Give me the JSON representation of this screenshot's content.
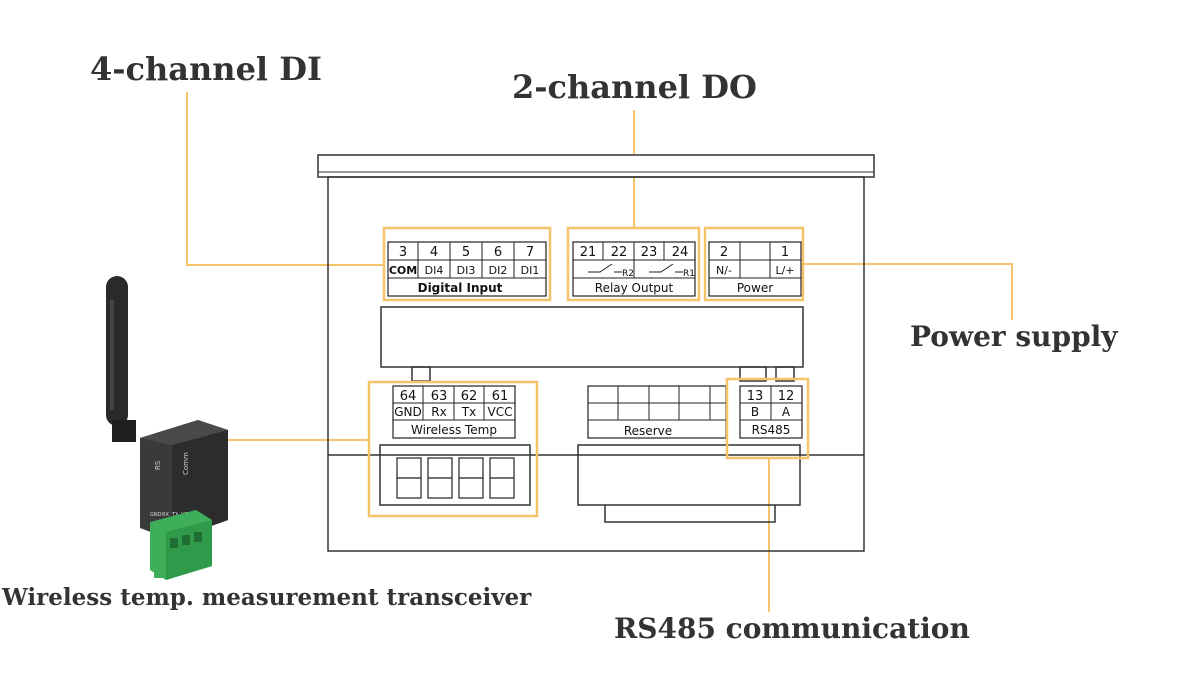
{
  "callouts": {
    "di": "4-channel DI",
    "do": "2-channel DO",
    "power": "Power supply",
    "rs485": "RS485 communication",
    "wireless": "Wireless temp. measurement transceiver"
  },
  "di_block": {
    "numbers": [
      "3",
      "4",
      "5",
      "6",
      "7"
    ],
    "labels": [
      "COM",
      "DI4",
      "DI3",
      "DI2",
      "DI1"
    ],
    "title": "Digital Input"
  },
  "relay_block": {
    "numbers": [
      "21",
      "22",
      "23",
      "24"
    ],
    "relay_labels": [
      "R2",
      "R1"
    ],
    "title": "Relay Output"
  },
  "power_block": {
    "numbers": [
      "2",
      "1"
    ],
    "labels": [
      "N/-",
      "L/+"
    ],
    "title": "Power"
  },
  "wireless_block": {
    "numbers": [
      "64",
      "63",
      "62",
      "61"
    ],
    "labels": [
      "GND",
      "Rx",
      "Tx",
      "VCC"
    ],
    "title": "Wireless Temp"
  },
  "reserve_block": {
    "title": "Reserve"
  },
  "rs485_block": {
    "numbers": [
      "13",
      "12"
    ],
    "labels": [
      "B",
      "A"
    ],
    "title": "RS485"
  },
  "transceiver": {
    "side_labels": [
      "RS",
      "Comm"
    ],
    "pin_labels": [
      "GND",
      "RX",
      "TX",
      "VCC"
    ]
  },
  "colors": {
    "highlight": "#f5c46a",
    "line": "#333333",
    "text": "#333333",
    "terminal_green": "#3fae5a"
  }
}
